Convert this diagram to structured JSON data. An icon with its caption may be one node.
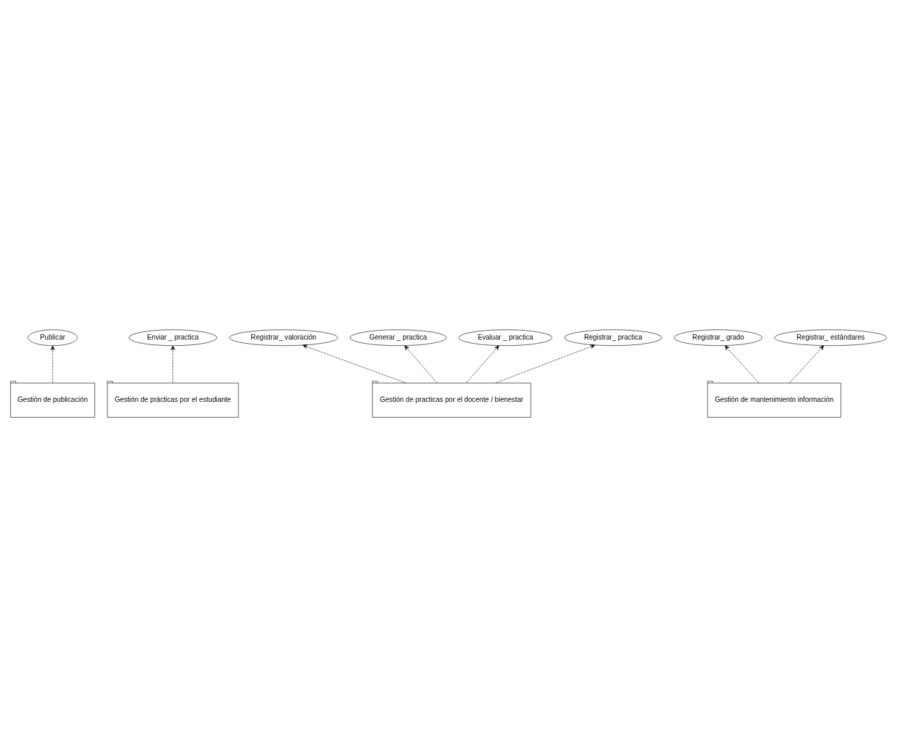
{
  "diagram": {
    "nodes": [
      {
        "text": [
          "Publicar"
        ]
      },
      {
        "text": [
          "Enviar _ practica"
        ]
      },
      {
        "text": [
          "Gestión de publicación"
        ]
      },
      {
        "text": [
          "Gestión de prácticas por el estudiante"
        ]
      },
      {
        "text": [
          "Registrar_ valoración"
        ]
      },
      {
        "text": [
          "Generar _ practica"
        ]
      },
      {
        "text": [
          "Evaluar _ practica"
        ]
      },
      {
        "text": [
          "Registrar_ practica"
        ]
      },
      {
        "text": [
          "Registrar_ grado"
        ]
      },
      {
        "text": [
          "Registrar_ estándares"
        ]
      },
      {
        "text": [
          "Gestión de practicas por el docente / bienestar"
        ]
      },
      {
        "text": [
          "Gestión de mantenimiento información"
        ]
      }
    ],
    "edges": [
      {
        "from": 2,
        "to": 0,
        "arrow": "to",
        "style": "dashed"
      },
      {
        "from": 3,
        "to": 1,
        "arrow": "to",
        "style": "dashed"
      },
      {
        "from": 10,
        "to": 4,
        "arrow": "to",
        "style": "dashed"
      },
      {
        "from": 10,
        "to": 5,
        "arrow": "to",
        "style": "dashed"
      },
      {
        "from": 10,
        "to": 6,
        "arrow": "to",
        "style": "dashed"
      },
      {
        "from": 10,
        "to": 7,
        "arrow": "to",
        "style": "dashed"
      },
      {
        "from": 11,
        "to": 9,
        "arrow": "to",
        "style": "dashed"
      },
      {
        "from": 11,
        "to": 8,
        "arrow": "to",
        "style": "dashed"
      }
    ]
  }
}
